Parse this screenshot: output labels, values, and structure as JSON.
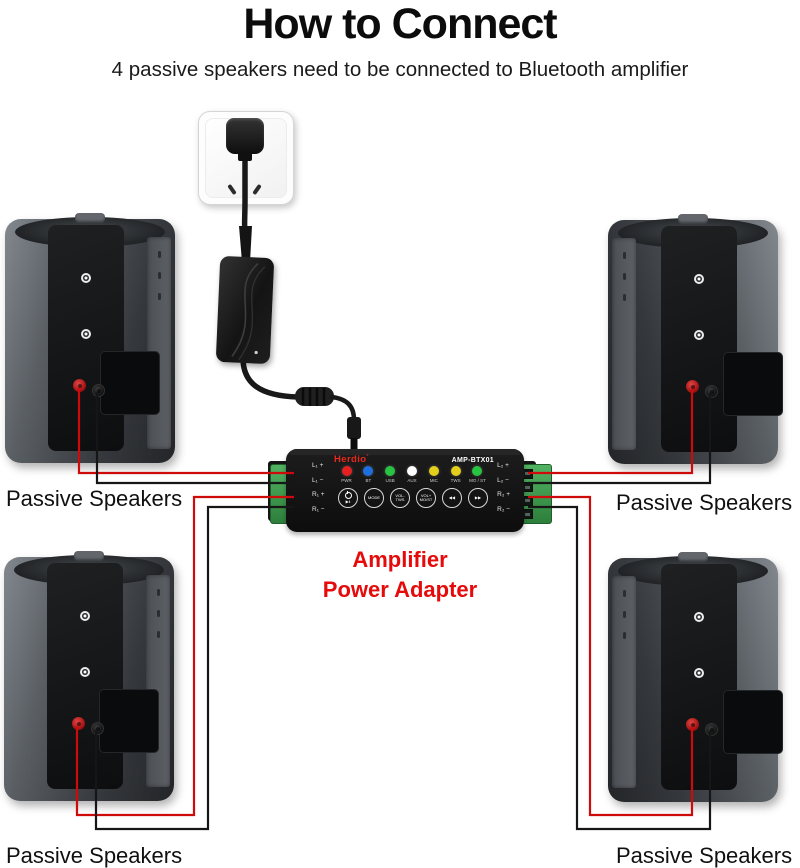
{
  "header": {
    "title": "How to Connect",
    "subtitle": "4 passive speakers need to be connected to Bluetooth amplifier"
  },
  "labels": {
    "speaker_top_left": "Passive Speakers",
    "speaker_top_right": "Passive Speakers",
    "speaker_bottom_left": "Passive Speakers",
    "speaker_bottom_right": "Passive Speakers",
    "amplifier_line1": "Amplifier",
    "amplifier_line2": "Power Adapter"
  },
  "amplifier": {
    "brand": "Herdio",
    "brand_mark": "°",
    "model": "AMP-BTX01",
    "terminals_left": [
      "L₁ +",
      "L₁ −",
      "R₁ +",
      "R₁ −"
    ],
    "terminals_right": [
      "L₂ +",
      "L₂ −",
      "R₂ +",
      "R₂ −"
    ],
    "leds": [
      {
        "label": "PWR",
        "color": "#e42020"
      },
      {
        "label": "BT",
        "color": "#1d6fe0"
      },
      {
        "label": "USB",
        "color": "#27c341"
      },
      {
        "label": "AUX",
        "color": "#ffffff"
      },
      {
        "label": "MIC",
        "color": "#e3cf1b"
      },
      {
        "label": "TWS",
        "color": "#e3cf1b"
      },
      {
        "label": "MO / ST",
        "color": "#27c341"
      }
    ],
    "buttons": [
      {
        "line1": "",
        "line2": "▶‖"
      },
      {
        "line1": "MODE",
        "line2": ""
      },
      {
        "line1": "VOL-",
        "line2": "TWS"
      },
      {
        "line1": "VOL+",
        "line2": "MO/ST"
      },
      {
        "line1": "◀◀",
        "line2": ""
      },
      {
        "line1": "▶▶",
        "line2": ""
      }
    ]
  },
  "colors": {
    "wire_positive": "#cf0a0a",
    "wire_negative": "#161616",
    "caption_red": "#e60b0b",
    "terminal_green": "#3f9e4e",
    "brand_red": "#e8291c"
  }
}
